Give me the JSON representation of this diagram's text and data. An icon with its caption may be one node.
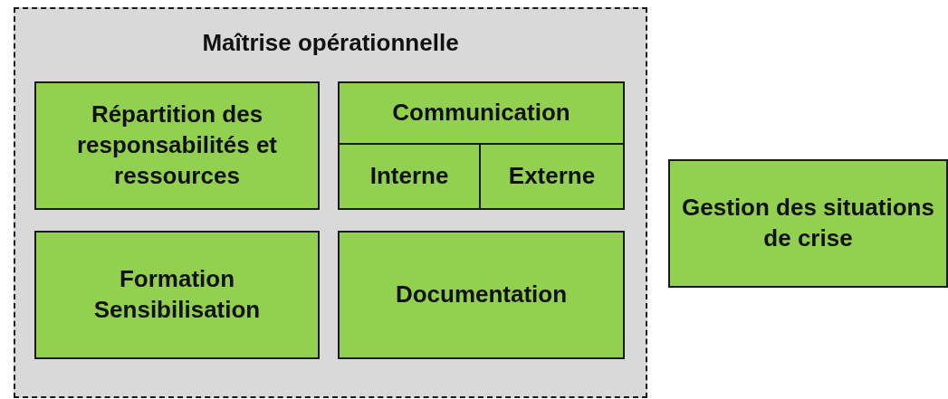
{
  "diagram": {
    "nodes": [
      {
        "text": [
          "Maîtrise opérationnelle"
        ]
      },
      {
        "text": [
          "Répartition des responsabilités et ressources"
        ],
        "in": 0
      },
      {
        "text": [
          "Communication"
        ],
        "in": 0
      },
      {
        "text": [
          "Interne"
        ],
        "in": 2
      },
      {
        "text": [
          "Externe"
        ],
        "in": 2
      },
      {
        "text": [
          "Formation Sensibilisation"
        ],
        "in": 0
      },
      {
        "text": [
          "Documentation"
        ],
        "in": 0
      },
      {
        "text": [
          "Gestion des situations de crise"
        ]
      }
    ]
  }
}
